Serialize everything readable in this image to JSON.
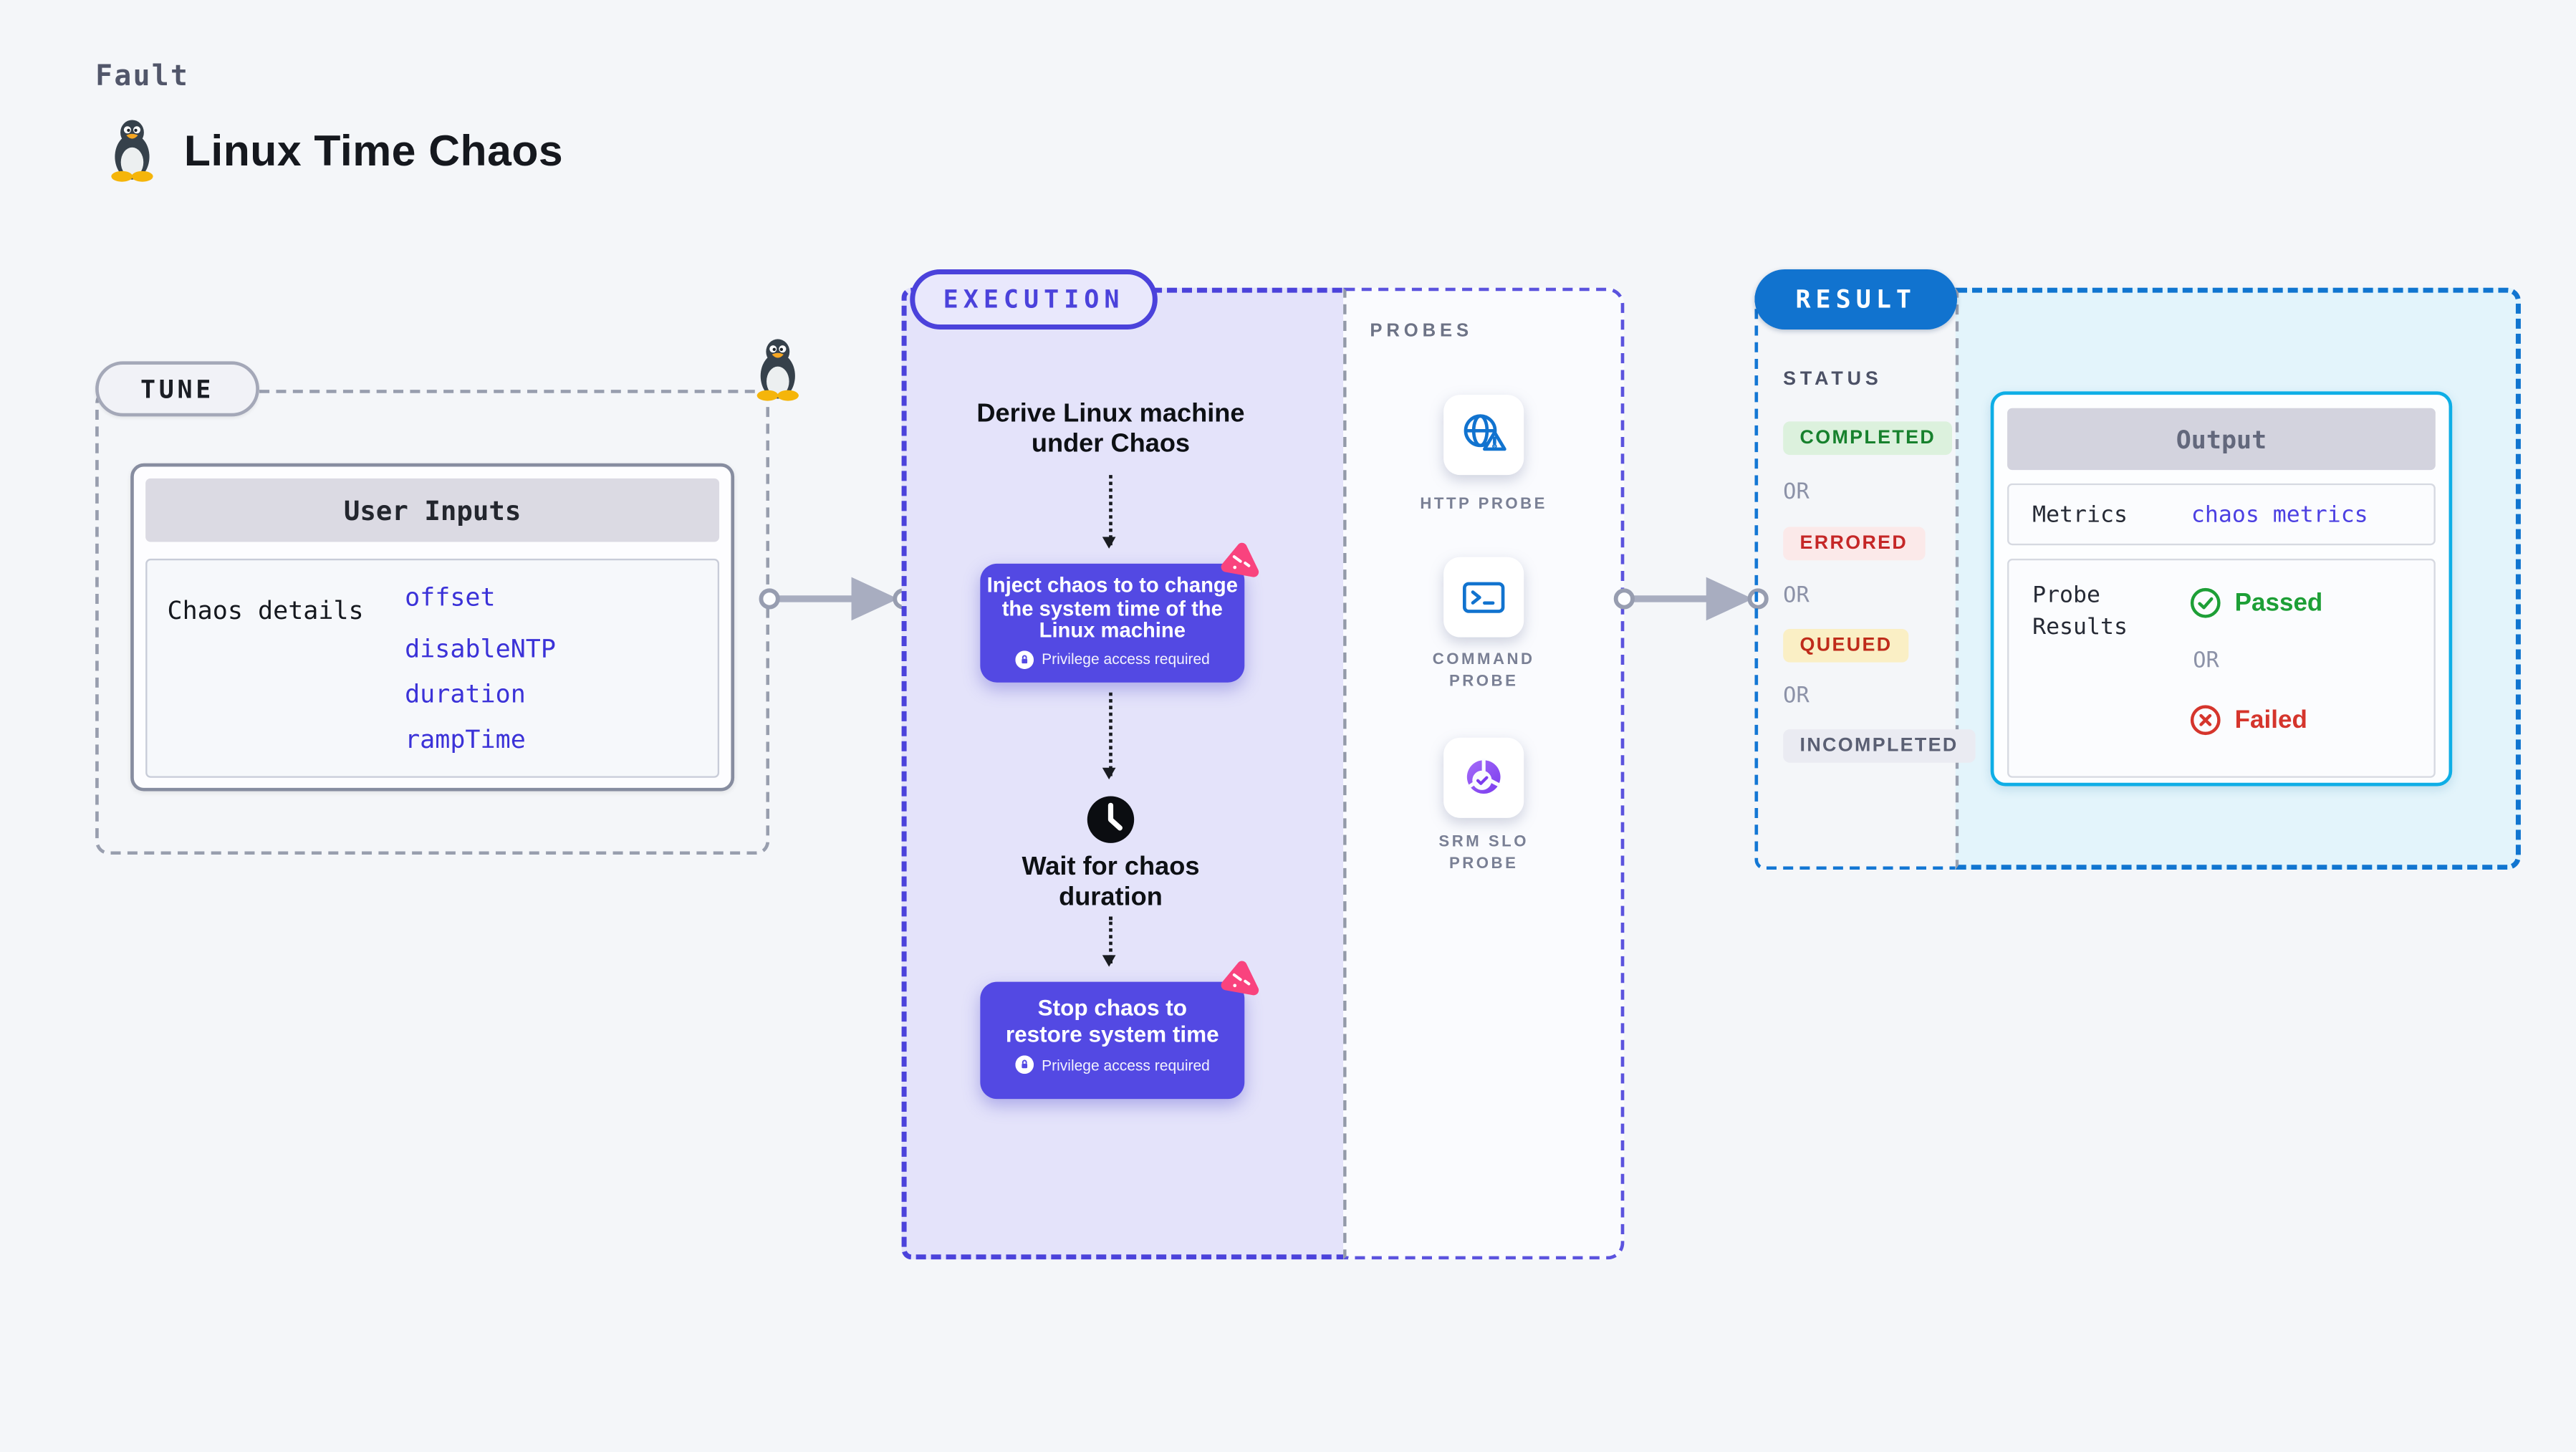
{
  "page": {
    "kicker": "Fault",
    "title": "Linux Time Chaos"
  },
  "tune": {
    "label": "TUNE",
    "card": {
      "header": "User Inputs",
      "row_label": "Chaos details",
      "values": [
        "offset",
        "disableNTP",
        "duration",
        "rampTime"
      ]
    }
  },
  "execution": {
    "label": "EXECUTION",
    "derive_lines": [
      "Derive Linux machine",
      "under Chaos"
    ],
    "inject_lines": [
      "Inject chaos to to change",
      "the system time of the",
      "Linux machine"
    ],
    "privilege_label": "Privilege access required",
    "wait_lines": [
      "Wait for chaos",
      "duration"
    ],
    "stop_lines": [
      "Stop chaos to",
      "restore system time"
    ]
  },
  "probes": {
    "label": "PROBES",
    "items": [
      {
        "name": "HTTP PROBE",
        "icon": "globe-alert-icon",
        "lines": [
          "HTTP PROBE",
          ""
        ]
      },
      {
        "name": "COMMAND PROBE",
        "icon": "terminal-icon",
        "lines": [
          "COMMAND",
          "PROBE"
        ]
      },
      {
        "name": "SRM SLO PROBE",
        "icon": "donut-check-icon",
        "lines": [
          "SRM SLO",
          "PROBE"
        ]
      }
    ]
  },
  "result": {
    "label": "RESULT",
    "status_label": "STATUS",
    "or_label": "OR",
    "statuses": [
      {
        "label": "COMPLETED",
        "type": "success"
      },
      {
        "label": "ERRORED",
        "type": "error"
      },
      {
        "label": "QUEUED",
        "type": "warning"
      },
      {
        "label": "INCOMPLETED",
        "type": "neutral"
      }
    ],
    "output": {
      "header": "Output",
      "metrics_label": "Metrics",
      "metrics_value": "chaos metrics",
      "probe_results_lines": [
        "Probe",
        "Results"
      ],
      "passed_label": "Passed",
      "failed_label": "Failed"
    }
  },
  "colors": {
    "page_bg": "#F4F6F9",
    "indigo_accent": "#4B42DB",
    "execution_bg": "#E4E3FA",
    "step_purple": "#5349E3",
    "chaos_pink": "#F9437E",
    "result_blue": "#1173CF",
    "result_dash_blue": "#1377D4",
    "output_cyan_border": "#0EAEE6",
    "output_area_bg": "#E3F4FB",
    "value_blue": "#3B32D8",
    "metrics_value_blue": "#4C40E2",
    "passed_green": "#1D9F36",
    "failed_red": "#D5352C",
    "completed_green": "#17812D",
    "errored_red": "#C52727",
    "queued_amber_bg": "#FAEFC5",
    "probe_icon_blue": "#1173CF",
    "srm_purple": "#7B3BEE"
  }
}
